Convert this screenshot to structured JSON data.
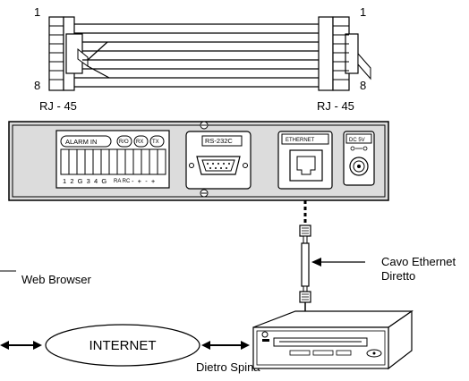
{
  "connectors": {
    "left_pin_top": "1",
    "left_pin_bottom": "8",
    "left_label": "RJ - 45",
    "right_pin_top": "1",
    "right_pin_bottom": "8",
    "right_label": "RJ - 45"
  },
  "panel": {
    "alarm_in": "ALARM IN",
    "ro": "R/O",
    "rx": "RX",
    "tx": "TX",
    "terminal_labels": "1  2  G  3  4  G",
    "terminal_labels_small": "RA RC",
    "terminal_signs": "-  +  -  +",
    "rs232c": "RS-232C",
    "ethernet": "ETHERNET",
    "dc5v": "DC 5V"
  },
  "network": {
    "web_browser": "Web Browser",
    "internet": "INTERNET",
    "dietro_spina": "Dietro Spina",
    "cable_line1": "Cavo Ethernet",
    "cable_line2": "Diretto"
  }
}
